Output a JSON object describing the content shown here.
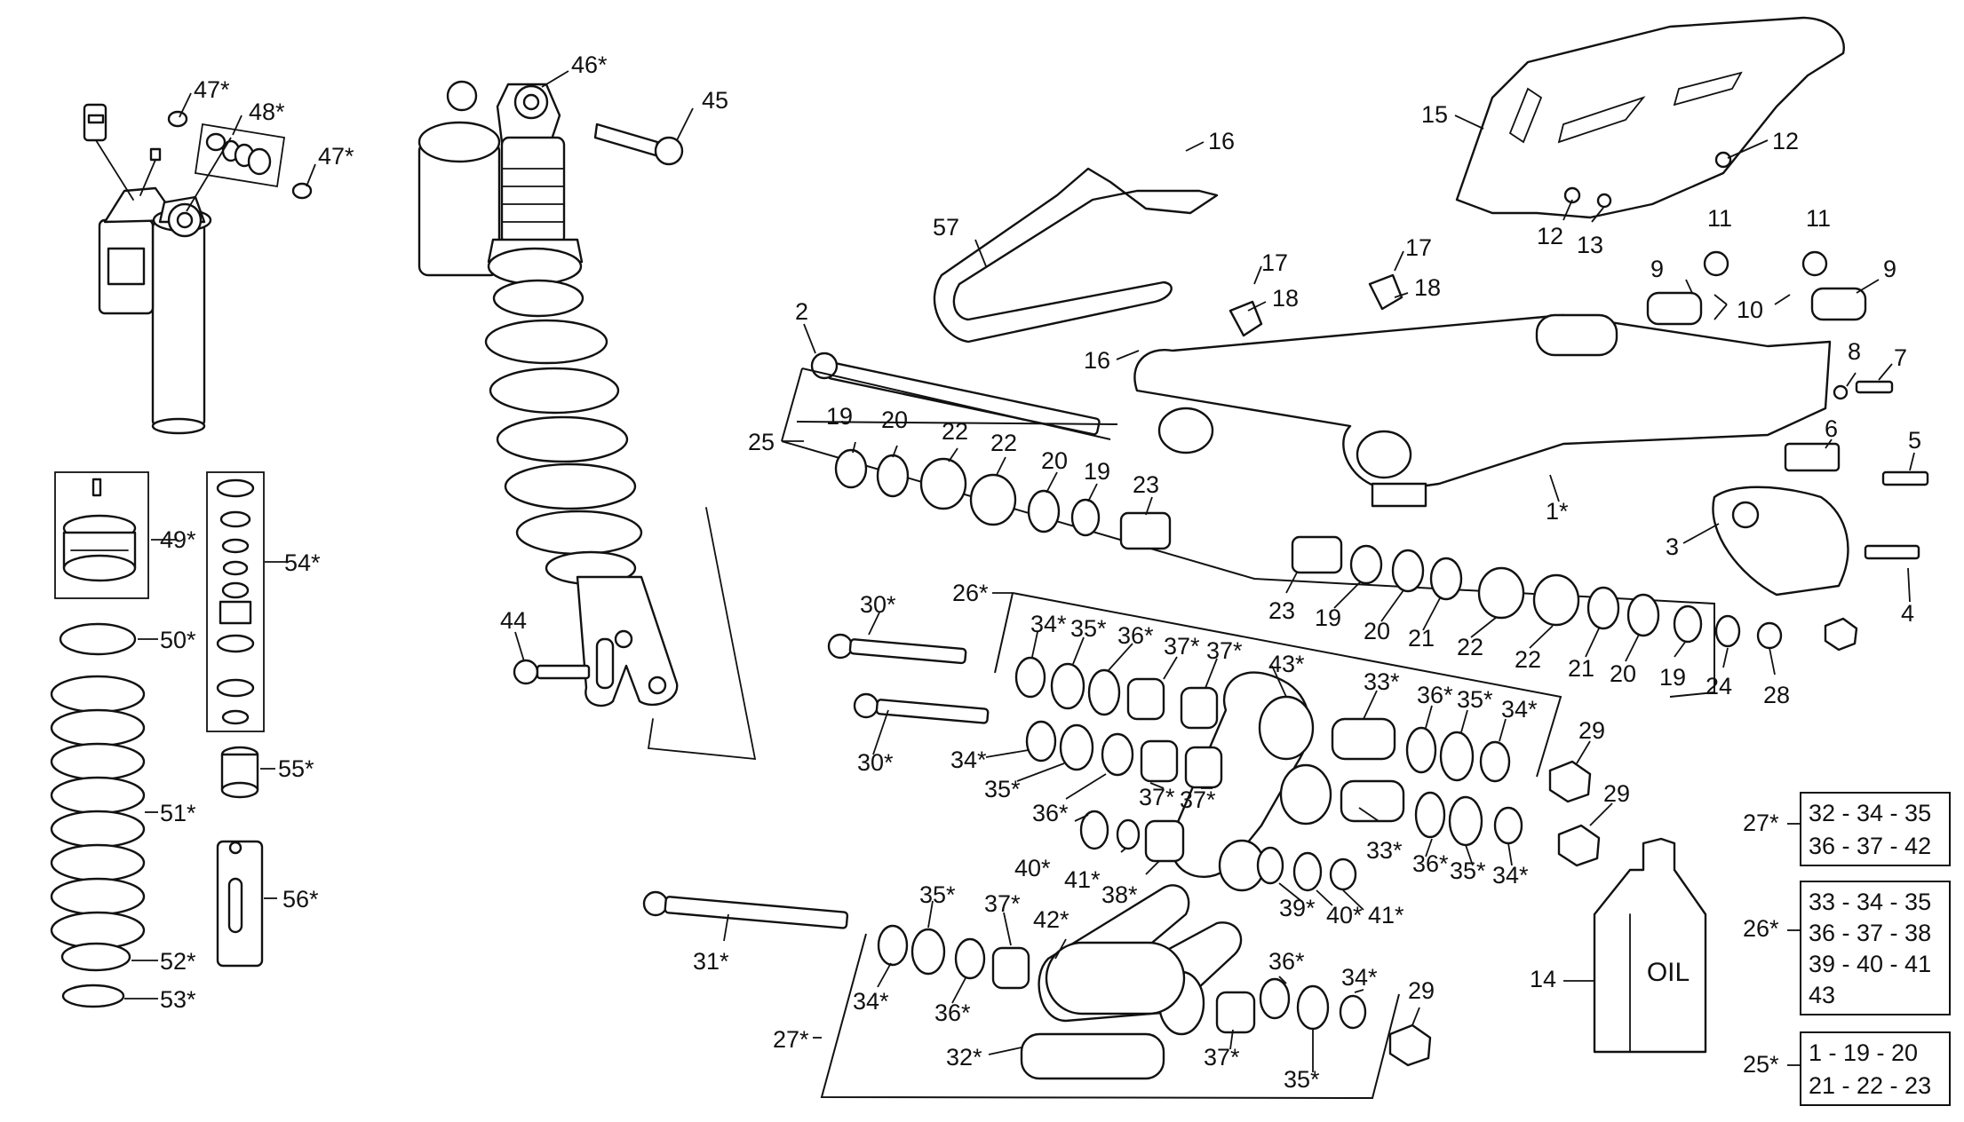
{
  "diagram": {
    "callouts": {
      "c47a": "47*",
      "c48": "48*",
      "c47b": "47*",
      "c46": "46*",
      "c45": "45",
      "c16a": "16",
      "c57": "57",
      "c15": "15",
      "c12a": "12",
      "c12b": "12",
      "c13": "13",
      "c11a": "11",
      "c11b": "11",
      "c9a": "9",
      "c9b": "9",
      "c10": "10",
      "c17a": "17",
      "c18a": "18",
      "c17b": "17",
      "c18b": "18",
      "c16b": "16",
      "c2": "2",
      "c8": "8",
      "c7": "7",
      "c6": "6",
      "c5": "5",
      "c3": "3",
      "c4": "4",
      "c1": "1*",
      "c25": "25",
      "c19a": "19",
      "c20a": "20",
      "c22a": "22",
      "c22b": "22",
      "c20b": "20",
      "c19b": "19",
      "c23a": "23",
      "c23b": "23",
      "c19c": "19",
      "c20c": "20",
      "c21a": "21",
      "c22c": "22",
      "c22d": "22",
      "c21b": "21",
      "c20d": "20",
      "c19d": "19",
      "c24": "24",
      "c28": "28",
      "c49": "49*",
      "c54": "54*",
      "c50": "50*",
      "c51": "51*",
      "c55": "55*",
      "c56": "56*",
      "c52": "52*",
      "c53": "53*",
      "c44": "44",
      "c30a": "30*",
      "c30b": "30*",
      "c26": "26*",
      "c34a": "34*",
      "c35a": "35*",
      "c36a": "36*",
      "c37a": "37*",
      "c37b": "37*",
      "c43": "43*",
      "c33a": "33*",
      "c36b": "36*",
      "c35b": "35*",
      "c34b": "34*",
      "c29a": "29",
      "c29b": "29",
      "c34c": "34*",
      "c35c": "35*",
      "c36c": "36*",
      "c37c": "37*",
      "c37d": "37*",
      "c40a": "40*",
      "c41a": "41*",
      "c38": "38*",
      "c39": "39*",
      "c40b": "40*",
      "c41b": "41*",
      "c33b": "33*",
      "c36d": "36*",
      "c35d": "35*",
      "c34d": "34*",
      "c31": "31*",
      "c35e": "35*",
      "c37e": "37*",
      "c42": "42*",
      "c34e": "34*",
      "c36e": "36*",
      "c27": "27*",
      "c32": "32*",
      "c36f": "36*",
      "c34f": "34*",
      "c29c": "29",
      "c37f": "37*",
      "c35f": "35*",
      "c14": "14"
    },
    "oil_label": "OIL",
    "groups": [
      {
        "ref": "27*",
        "lines": [
          "32 - 34 - 35",
          "36 - 37 - 42"
        ]
      },
      {
        "ref": "26*",
        "lines": [
          "33 - 34 - 35",
          "36 - 37 - 38",
          "39 - 40 - 41",
          "43"
        ]
      },
      {
        "ref": "25*",
        "lines": [
          "1 - 19 - 20",
          "21 - 22 - 23"
        ]
      }
    ]
  }
}
